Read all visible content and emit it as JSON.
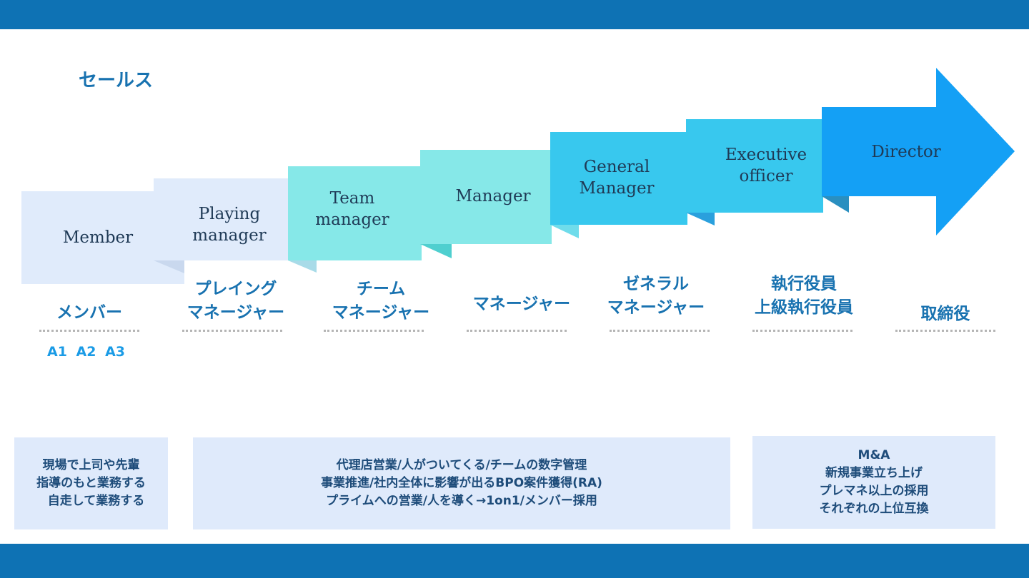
{
  "title": "セールス",
  "steps": [
    {
      "en": [
        "Member"
      ],
      "jp": [
        "メンバー"
      ]
    },
    {
      "en": [
        "Playing",
        "manager"
      ],
      "jp": [
        "プレイング",
        "マネージャー"
      ]
    },
    {
      "en": [
        "Team",
        "manager"
      ],
      "jp": [
        "チーム",
        "マネージャー"
      ]
    },
    {
      "en": [
        "Manager"
      ],
      "jp": [
        "マネージャー"
      ]
    },
    {
      "en": [
        "General",
        "Manager"
      ],
      "jp": [
        "ゼネラル",
        "マネージャー"
      ]
    },
    {
      "en": [
        "Executive",
        "officer"
      ],
      "jp": [
        "執行役員",
        "上級執行役員"
      ]
    },
    {
      "en": [
        "Director"
      ],
      "jp": [
        "取締役"
      ]
    }
  ],
  "grades": "A1 A2 A3",
  "boxes": [
    {
      "lines": [
        "現場で上司や先輩",
        "指導のもと業務する",
        "自走して業務する"
      ]
    },
    {
      "lines": [
        "代理店営業/人がついてくる/チームの数字管理",
        "事業推進/社内全体に影響が出るBPO案件獲得(RA)",
        "プライムへの営業/人を導く→1on1/メンバー採用"
      ]
    },
    {
      "lines": [
        "M&A",
        "新規事業立ち上げ",
        "プレマネ以上の採用",
        "それぞれの上位互換"
      ]
    }
  ],
  "colors": {
    "brand": "#0e72b4",
    "light": "#e0ebfb",
    "teal": "#86e8e8",
    "sky": "#38c8ee",
    "director": "#14a0f5"
  }
}
